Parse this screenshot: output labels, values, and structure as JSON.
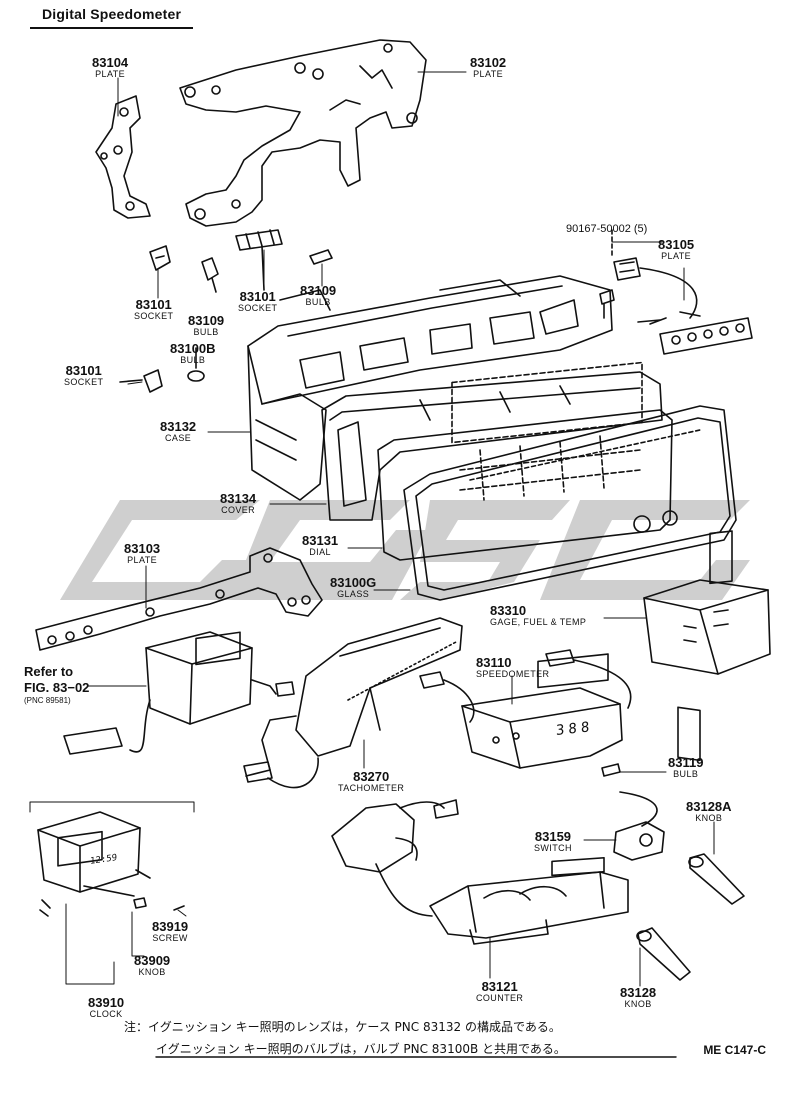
{
  "header": {
    "title": "Digital Speedometer"
  },
  "parts": [
    {
      "number": "83104",
      "name": "PLATE"
    },
    {
      "number": "83102",
      "name": "PLATE"
    },
    {
      "number": "90167-50002 (5)",
      "name": ""
    },
    {
      "number": "83105",
      "name": "PLATE"
    },
    {
      "number": "83101",
      "name": "SOCKET"
    },
    {
      "number": "83101",
      "name": "SOCKET"
    },
    {
      "number": "83109",
      "name": "BULB"
    },
    {
      "number": "83109",
      "name": "BULB"
    },
    {
      "number": "83100B",
      "name": "BULB"
    },
    {
      "number": "83101",
      "name": "SOCKET"
    },
    {
      "number": "83132",
      "name": "CASE"
    },
    {
      "number": "83134",
      "name": "COVER"
    },
    {
      "number": "83131",
      "name": "DIAL"
    },
    {
      "number": "83100G",
      "name": "GLASS"
    },
    {
      "number": "83103",
      "name": "PLATE"
    },
    {
      "number": "83310",
      "name": "GAGE, FUEL & TEMP"
    },
    {
      "number": "83110",
      "name": "SPEEDOMETER"
    },
    {
      "number": "83270",
      "name": "TACHOMETER"
    },
    {
      "number": "83119",
      "name": "BULB"
    },
    {
      "number": "83128A",
      "name": "KNOB"
    },
    {
      "number": "83159",
      "name": "SWITCH"
    },
    {
      "number": "83919",
      "name": "SCREW"
    },
    {
      "number": "83909",
      "name": "KNOB"
    },
    {
      "number": "83910",
      "name": "CLOCK"
    },
    {
      "number": "83121",
      "name": "COUNTER"
    },
    {
      "number": "83128",
      "name": "KNOB"
    }
  ],
  "reference": {
    "line1": "Refer to",
    "line2": "FIG. 83−02",
    "line3": "(PNC 89581)"
  },
  "clock_display": "12:59",
  "speedo_display": "388",
  "notes": {
    "line1": "注：イグニッション キー照明のレンズは，ケース PNC 83132 の構成品である。",
    "line2": "イグニッション キー照明のバルブは，バルブ PNC 83100B と共用である。"
  },
  "code": "ME C147-C",
  "colors": {
    "ink": "#111111",
    "watermark": "#c9c9c9"
  }
}
